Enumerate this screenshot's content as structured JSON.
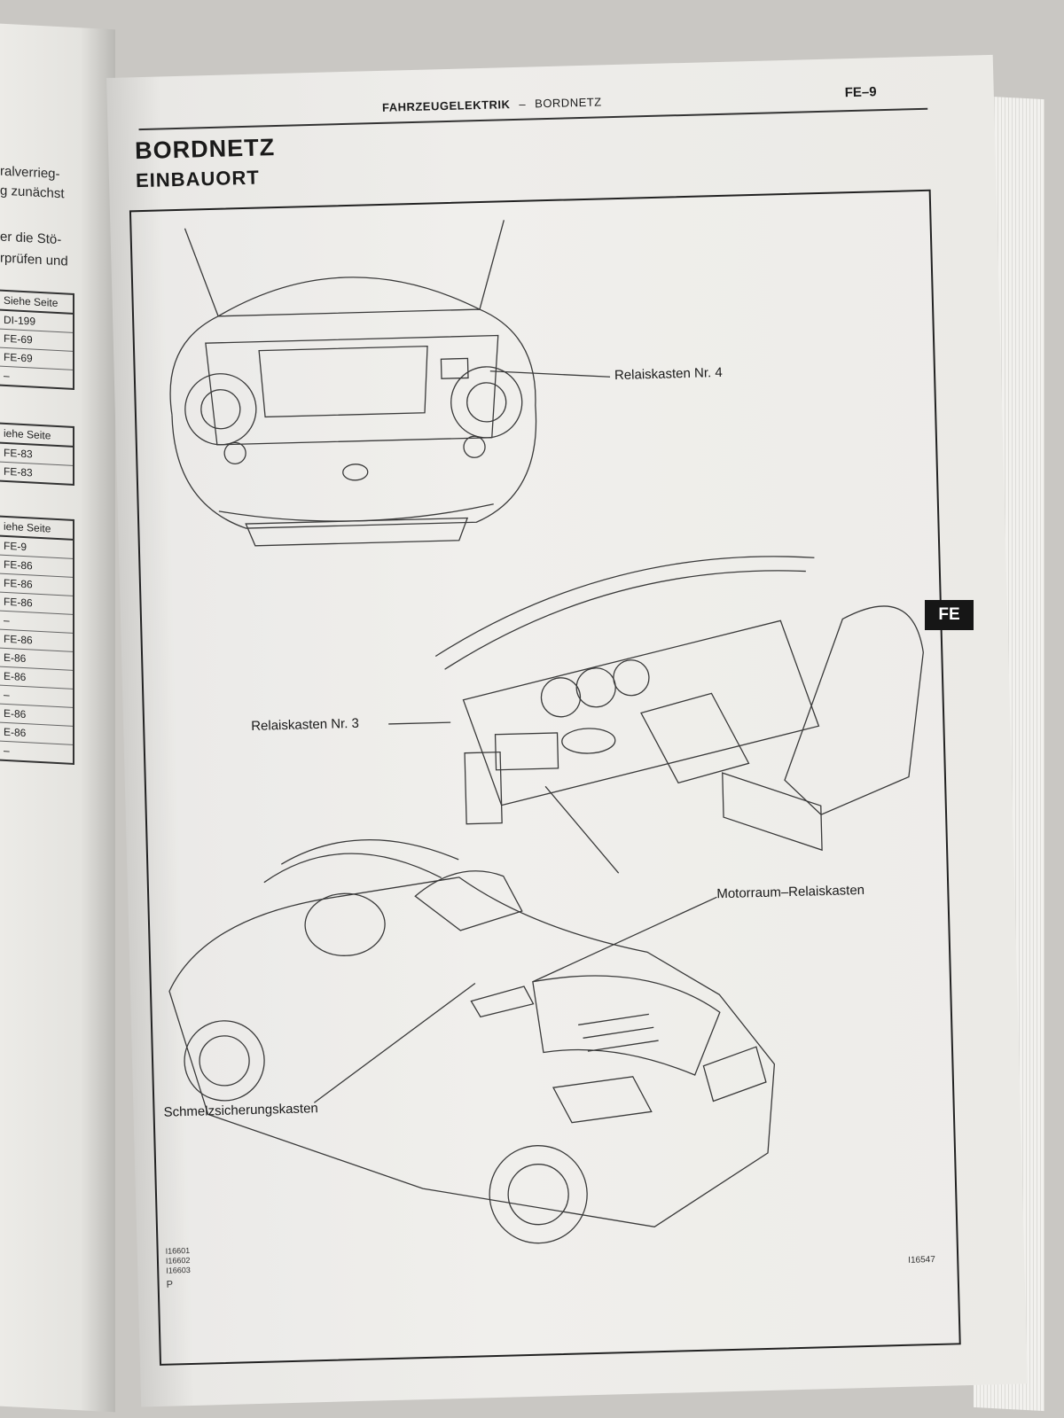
{
  "left_page": {
    "text_lines": [
      "ralverrieg-",
      "g zunächst",
      "er die Stö-",
      "rprüfen und"
    ],
    "tables": [
      {
        "header": "Siehe Seite",
        "rows": [
          "DI-199",
          "FE-69",
          "FE-69",
          "–"
        ]
      },
      {
        "header": "iehe Seite",
        "rows": [
          "FE-83",
          "FE-83"
        ]
      },
      {
        "header": "iehe Seite",
        "rows": [
          "FE-9",
          "FE-86",
          "FE-86",
          "FE-86",
          "–",
          "FE-86",
          "E-86",
          "E-86",
          "–",
          "E-86",
          "E-86",
          "–"
        ]
      }
    ]
  },
  "header": {
    "section": "FAHRZEUGELEKTRIK",
    "separator": "–",
    "subsection": "BORDNETZ",
    "page_number": "FE–9"
  },
  "titles": {
    "main": "BORDNETZ",
    "sub": "EINBAUORT"
  },
  "figure": {
    "callouts": {
      "relay_box_4": "Relaiskasten Nr. 4",
      "relay_box_3": "Relaiskasten Nr. 3",
      "engine_relay_box": "Motorraum–Relaiskasten",
      "fusible_link_box": "Schmelzsicherungskasten"
    },
    "codes": [
      "I16601",
      "I16602",
      "I16603"
    ],
    "code_p": "P",
    "figure_id": "I16547"
  },
  "tab": {
    "label": "FE"
  }
}
